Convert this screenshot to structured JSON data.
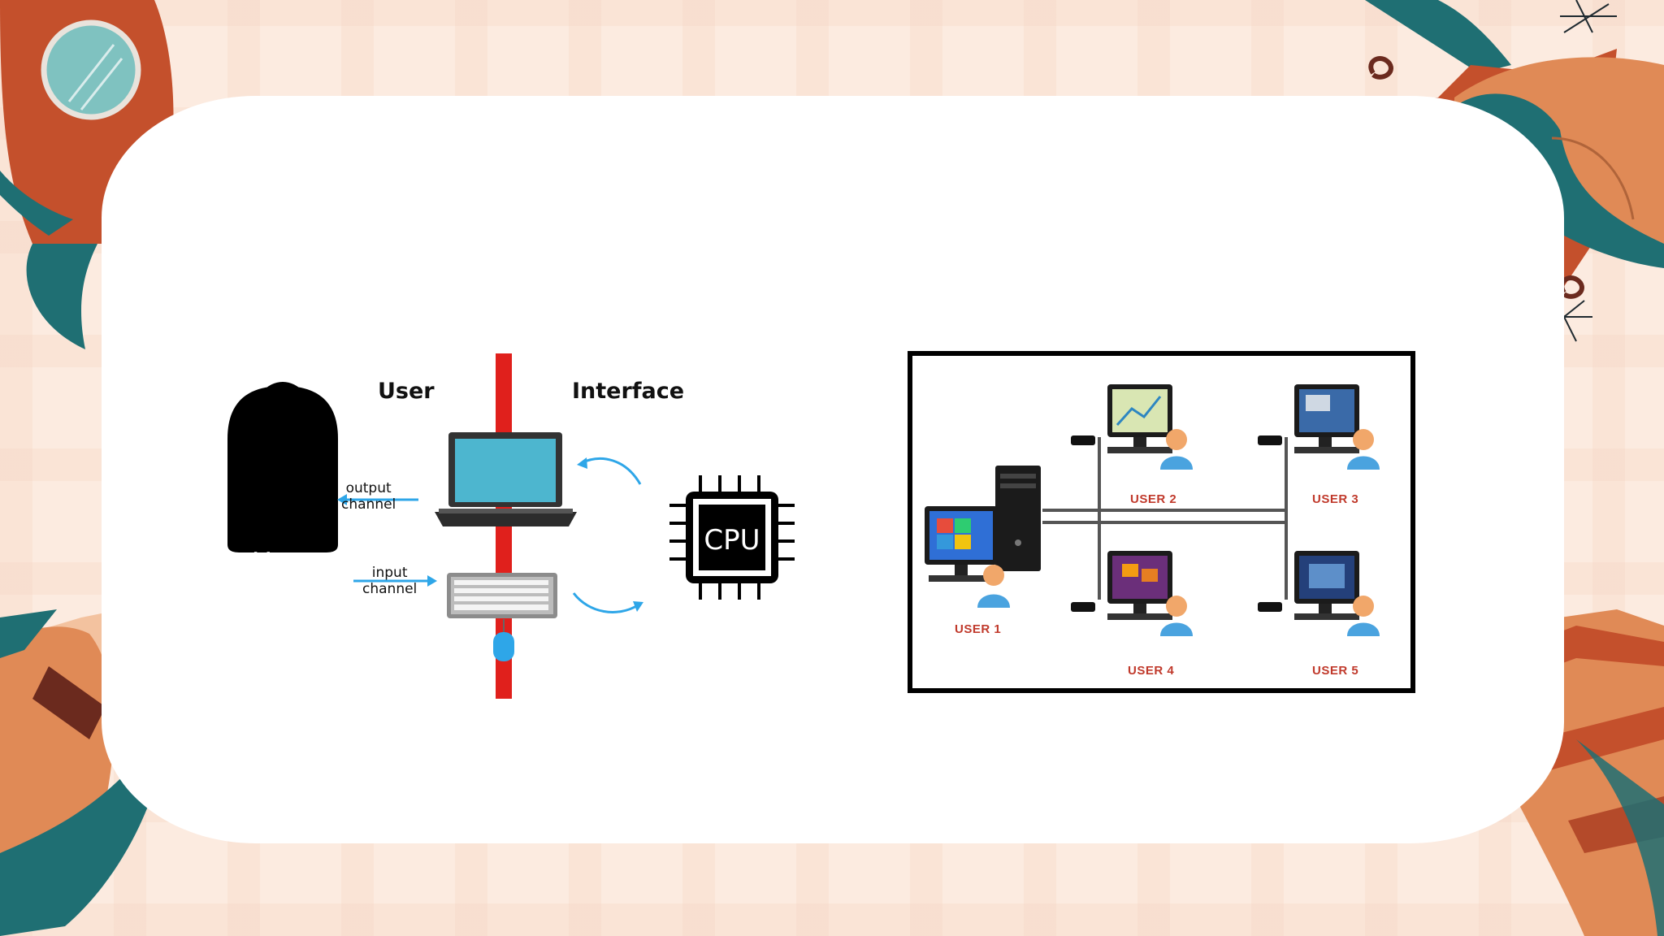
{
  "left_diagram": {
    "header_user": "User",
    "header_interface": "Interface",
    "person_label": "User",
    "output_line1": "output",
    "output_line2": "channel",
    "input_line1": "input",
    "input_line2": "channel",
    "cpu_label": "CPU"
  },
  "right_diagram": {
    "users": [
      "USER 1",
      "USER 2",
      "USER 3",
      "USER 4",
      "USER 5"
    ]
  },
  "colors": {
    "background": "#fcebe0",
    "rust": "#c4502c",
    "teal": "#1f6f73",
    "peach": "#e08a56",
    "interface_line": "#e0201c",
    "arrow_blue": "#2ea6e8",
    "user_label_red": "#c0392b"
  }
}
